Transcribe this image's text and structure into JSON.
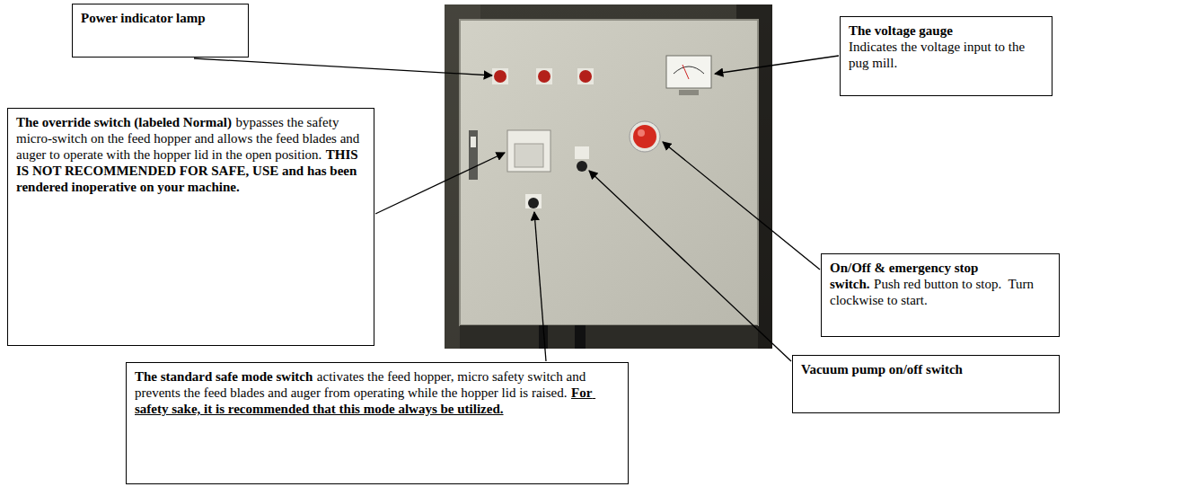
{
  "diagram": {
    "nodes": [
      {
        "text": [
          "Power indicator lamp"
        ]
      },
      {
        "text": [
          "The voltage gauge",
          "Indicates the voltage input to the pug mill."
        ]
      },
      {
        "text": [
          "The override switch (labeled Normal)",
          "bypasses the safety micro-switch on the feed hopper and allows the feed blades and auger to operate with the hopper lid in the open position.",
          "THIS IS NOT RECOMMENDED FOR SAFE, USE and has been rendered inoperative on your machine."
        ]
      },
      {
        "text": [
          "On/Off & emergency stop switch.",
          "Push red button to stop.  Turn clockwise to start."
        ]
      },
      {
        "text": [
          "Vacuum pump on/off switch"
        ]
      },
      {
        "text": [
          "The standard safe mode switch",
          "activates the feed hopper, micro safety switch and prevents the feed blades and auger from operating while the hopper lid is raised.",
          "For safety sake, it is recommended that this mode always be utilized."
        ]
      }
    ]
  }
}
